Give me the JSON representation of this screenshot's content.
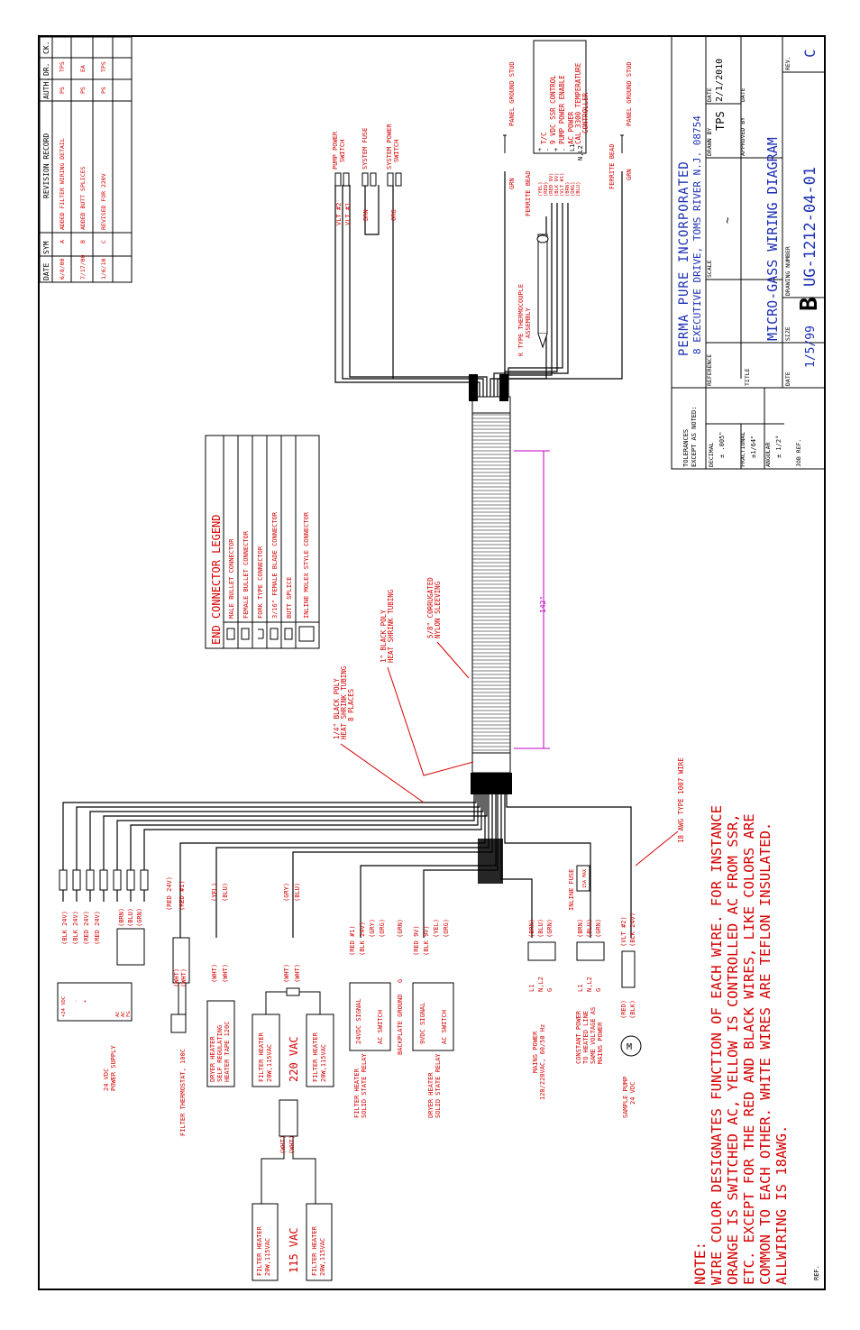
{
  "title_block": {
    "company": "PERMA  PURE  INCORPORATED",
    "address": "8  EXECUTIVE  DRIVE,  TOMS  RIVER  N.J.  08754",
    "drawing_title": "MICRO-GASS WIRING DIAGRAM",
    "drawing_number": "UG-1212-04-01",
    "drawing_number_label": "DRAWING NUMBER",
    "size_label": "SIZE",
    "size": "B",
    "rev_label": "REV.",
    "rev": "C",
    "date_label": "DATE",
    "date": "1/5/99",
    "drawn_by_label": "DRAWN BY",
    "drawn_by": "TPS",
    "approved_by_label": "APPROVED BY",
    "date2_label": "DATE",
    "date2": "2/1/2010",
    "date3_label": "DATE",
    "scale_label": "SCALE",
    "reference_label": "REFERENCE",
    "title_label": "TITLE",
    "job_ref_label": "JOB REF.",
    "tolerances": "TOLERANCES",
    "except_as_noted": "EXCEPT AS NOTED:",
    "decimal_label": "DECIMAL",
    "decimal_value": "± .005\"",
    "fractional_label": "FRACTIONAL",
    "fractional_value": "±1/64\"",
    "angular_label": "ANGULAR",
    "angular_value": "± 1/2°",
    "ref_label": "REF."
  },
  "revision_record": {
    "headers": [
      "DATE",
      "SYM",
      "REVISION RECORD",
      "AUTH.",
      "DR.",
      "CK."
    ],
    "rows": [
      {
        "date": "6/8/00",
        "sym": "A",
        "desc": "ADDED FILTER WIRING DETAIL",
        "auth": "PS",
        "dr": "TPS",
        "ck": ""
      },
      {
        "date": "7/17/00",
        "sym": "B",
        "desc": "ADDED BUTT SPLICES",
        "auth": "PS",
        "dr": "EA",
        "ck": ""
      },
      {
        "date": "1/6/10",
        "sym": "C",
        "desc": "REVISED FOR 220V",
        "auth": "PS",
        "dr": "TPS",
        "ck": ""
      }
    ]
  },
  "legend": {
    "title": "END CONNECTOR LEGEND",
    "items": [
      "MALE BULLET CONNECTOR",
      "FEMALE BULLET CONNECTOR",
      "FORK TYPE CONNECTOR",
      "3/16\" FEMALE BLADE CONNECTOR",
      "BUTT SPLICE",
      "INLINE MOLEX STYLE CONNECTOR"
    ]
  },
  "note": {
    "heading": "NOTE:",
    "lines": [
      "WIRE  COLOR DESIGNATES FUNCTION OF EACH WIRE. FOR INSTANCE",
      "ORANGE IS SWITCHED AC, YELLOW IS CONTROLLED AC FROM SSR,",
      "ETC. EXCEPT FOR THE RED AND BLACK WIRES, LIKE COLORS ARE",
      "COMMON TO EACH OTHER. WHITE WIRES ARE TEFLON INSULATED.",
      "ALLWIRING IS 18AWG."
    ]
  },
  "harness_labels": {
    "quarter_tubing": [
      "1/4\" BLACK POLY",
      "HEAT SHRINK TUBING",
      "8 PLACES"
    ],
    "one_inch_tubing": [
      "1\" BLACK POLY",
      "HEAT SHRINK TUBING"
    ],
    "sleeving": [
      "5/8\" CORRUGATED",
      "NYLON SLEEVING"
    ],
    "length": "142\"",
    "wire_spec": "18 AWG TYPE 1007 WIRE"
  },
  "top_components": {
    "pump_power_switch": [
      "PUMP POWER",
      "SWITCH"
    ],
    "system_fuse": "SYSTEM FUSE",
    "system_power_switch": [
      "SYSTEM POWER",
      "SWITCH"
    ],
    "vlt2": "VLT #2",
    "vlt1": "VLT #1",
    "brn": "BRN",
    "orn": "ORG",
    "thermocouple": [
      "K TYPE THERMOCOUPLE",
      "ASSEMBLY"
    ],
    "ferrite_bead": "FERRITE BEAD",
    "panel_ground_1": "PANEL GROUND STUD",
    "panel_ground_2": "PANEL GROUND STUD",
    "grn": "GRN",
    "controller_terminals": [
      "T/C",
      "9 VDC SSR CONTROL",
      "PUMP POWER ENABLE",
      "AC POWER",
      "CAL 3300 TEMPERATURE",
      "CONTROLLER"
    ],
    "controller_wires": [
      "(YEL)",
      "(RED)",
      "(RED 9V)",
      "(BLK 9V)",
      "(VLT #1)",
      "(BRN)",
      "(ORG)",
      "(BLU)"
    ],
    "terminal_marks": [
      "+",
      "-",
      "+",
      "-",
      "L1",
      "N,L2"
    ]
  },
  "bottom_components": {
    "power_supply": {
      "label": [
        "24 VDC",
        "POWER SUPPLY"
      ],
      "wires": [
        "(BLK 24V)",
        "(BLK 24V)",
        "(RED 24V)",
        "(RED 24V)",
        "(BRN)",
        "(BLU)",
        "(GRN)"
      ],
      "terminals": [
        "+24 VDC",
        "-",
        "+",
        "AC",
        "AC",
        "FG"
      ]
    },
    "filter_thermostat": {
      "label": "FILTER THERMOSTAT, 100C",
      "wires": [
        "(RED 24V)",
        "(RED #1)",
        "(WHT)",
        "(WHT)"
      ]
    },
    "dryer_heater_tape": {
      "label": [
        "DRYER HEATER",
        "SELF REGULATING",
        "HEATER TAPE 120C"
      ],
      "wires": [
        "(YEL)",
        "(BLU)",
        "(WHT)",
        "(WHT)"
      ]
    },
    "filter_heaters_220": {
      "label": "220 VAC",
      "heater": [
        "FILTER HEATER",
        "20W,115VAC"
      ],
      "wires": [
        "(GRY)",
        "(BLU)",
        "(WHT)",
        "(WHT)"
      ]
    },
    "filter_heaters_115": {
      "label": "115 VAC",
      "heater": [
        "FILTER HEATER",
        "20W,115VAC"
      ],
      "wires": [
        "(WHT)",
        "(WHT)"
      ]
    },
    "filter_relay": {
      "label": [
        "FILTER HEATER",
        "SOLID STATE RELAY"
      ],
      "wires": [
        "(RED #1)",
        "(BLK 24V)",
        "(GRY)",
        "(ORG)"
      ],
      "terminals": [
        "24VDC SIGNAL",
        "+",
        "-",
        "AC SWITCH"
      ]
    },
    "backplate_ground": {
      "label": "BACKPLATE GROUND",
      "wire": "(GRN)",
      "mark": "G"
    },
    "dryer_relay": {
      "label": [
        "DRYER HEATER",
        "SOLID STATE RELAY"
      ],
      "wires": [
        "(RED 9V)",
        "(BLK 9V)",
        "(YEL)",
        "(ORG)"
      ],
      "terminals": [
        "9VDC SIGNAL",
        "+",
        "-",
        "AC SWITCH"
      ]
    },
    "mains_power": {
      "label": [
        "MAINS POWER",
        "120/220VAC, 60/50 Hz"
      ],
      "wires": [
        "(BRN)",
        "(BLU)",
        "(GRN)"
      ],
      "terminals": [
        "L1",
        "N,L2",
        "G"
      ]
    },
    "constant_power": {
      "label": [
        "CONSTANT POWER",
        "TO HEATED LINE",
        "SAME VOLTAGE AS",
        "MAINS POWER"
      ],
      "wires": [
        "(BRN)",
        "(BLU)",
        "(GRN)"
      ],
      "terminals": [
        "L1",
        "N,L2",
        "G"
      ],
      "fuse": [
        "INLINE FUSE",
        "15A MAX"
      ]
    },
    "sample_pump": {
      "label": [
        "SAMPLE PUMP",
        "24 VDC"
      ],
      "wires": [
        "(RED)",
        "(BLK)",
        "(VLT #2)",
        "(BLK 24V)"
      ],
      "mark": "M"
    }
  },
  "colors": {
    "wire": "#000000",
    "annotation": "#d40000",
    "title": "#1a2fb3",
    "dimension": "#c000c0"
  }
}
